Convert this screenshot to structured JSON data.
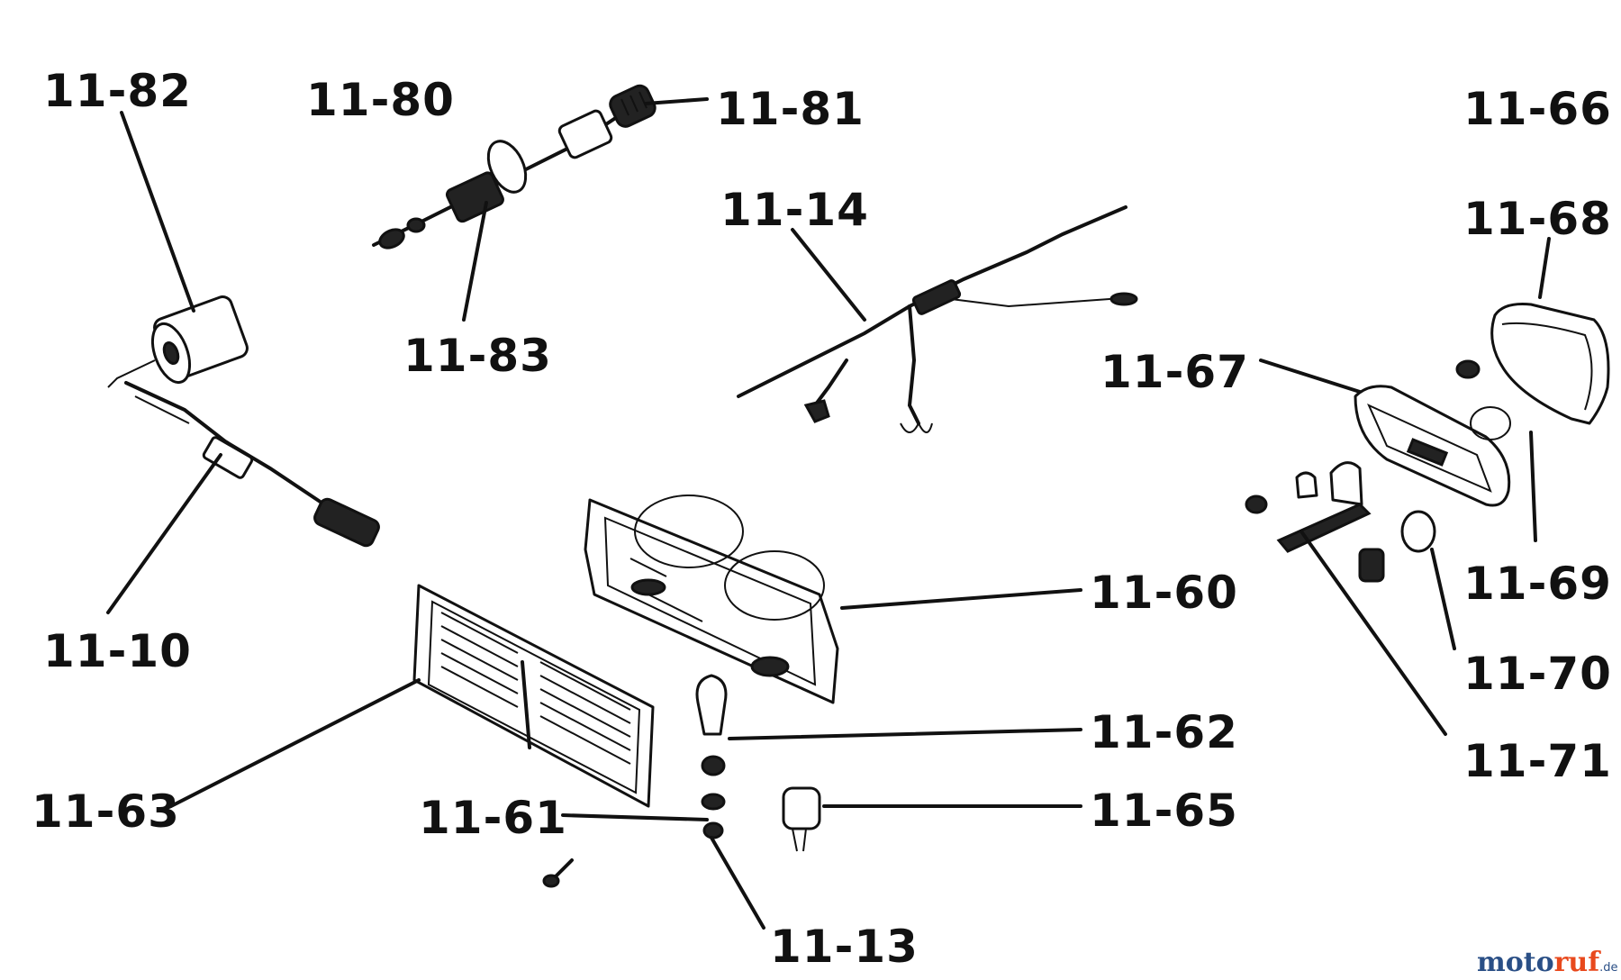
{
  "labels": {
    "l1182": "11-82",
    "l1180": "11-80",
    "l1181": "11-81",
    "l1166": "11-66",
    "l1114": "11-14",
    "l1168": "11-68",
    "l1183": "11-83",
    "l1167": "11-67",
    "l1160": "11-60",
    "l1169": "11-69",
    "l1110": "11-10",
    "l1170": "11-70",
    "l1162": "11-62",
    "l1171": "11-71",
    "l1163": "11-63",
    "l1161": "11-61",
    "l1165": "11-65",
    "l1113": "11-13"
  },
  "watermark": {
    "part1": "moto",
    "part2": "ruf",
    "suffix": ".de"
  },
  "colors": {
    "ink": "#111111",
    "watermark_blue": "#2a4f86",
    "watermark_orange": "#e8491d"
  }
}
